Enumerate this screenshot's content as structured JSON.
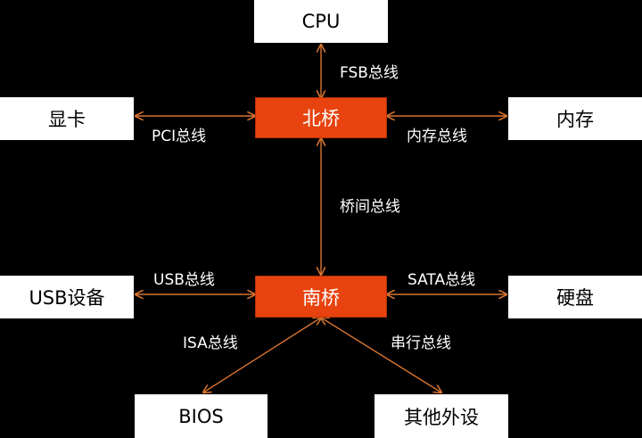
{
  "colors": {
    "background": "#000000",
    "bridge": "#e8430e",
    "box": "#ffffff",
    "arrow": "#d9742f"
  },
  "nodes": {
    "cpu": "CPU",
    "northbridge": "北桥",
    "southbridge": "南桥",
    "gpu": "显卡",
    "memory": "内存",
    "usb": "USB设备",
    "disk": "硬盘",
    "bios": "BIOS",
    "peripheral": "其他外设"
  },
  "buses": {
    "fsb": "FSB总线",
    "pci": "PCI总线",
    "memory_bus": "内存总线",
    "bridge_bus": "桥间总线",
    "usb_bus": "USB总线",
    "sata_bus": "SATA总线",
    "isa_bus": "ISA总线",
    "serial_bus": "串行总线"
  }
}
